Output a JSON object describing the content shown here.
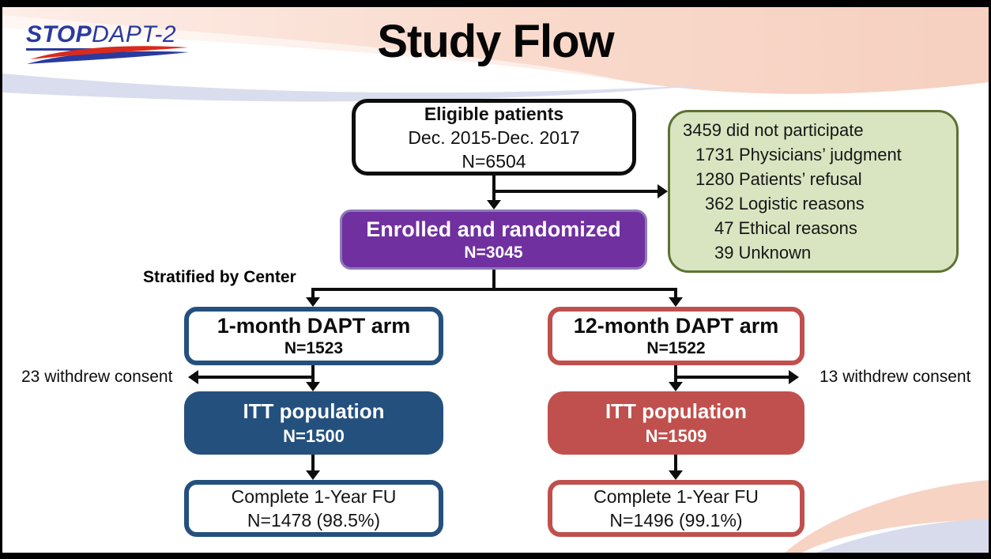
{
  "slide": {
    "logo": {
      "part1": "STOP",
      "part2": "DAPT-2"
    },
    "title": "Study Flow",
    "stratified_note": "Stratified by Center"
  },
  "flow": {
    "eligible": {
      "title": "Eligible patients",
      "period": "Dec. 2015-Dec. 2017",
      "n": "N=6504"
    },
    "not_participate": {
      "total_num": "3459",
      "total_label": "did not participate",
      "reasons": [
        {
          "num": "1731",
          "label": "Physicians’ judgment"
        },
        {
          "num": "1280",
          "label": "Patients’ refusal"
        },
        {
          "num": "362",
          "label": "Logistic reasons"
        },
        {
          "num": "47",
          "label": "Ethical reasons"
        },
        {
          "num": "39",
          "label": "Unknown"
        }
      ]
    },
    "enrolled": {
      "title": "Enrolled and randomized",
      "n": "N=3045"
    },
    "left_arm": {
      "title": "1-month DAPT arm",
      "n": "N=1523",
      "withdrew": "23 withdrew consent",
      "itt_title": "ITT population",
      "itt_n": "N=1500",
      "fu_title": "Complete 1-Year FU",
      "fu_n": "N=1478 (98.5%)"
    },
    "right_arm": {
      "title": "12-month DAPT arm",
      "n": "N=1522",
      "withdrew": "13 withdrew consent",
      "itt_title": "ITT population",
      "itt_n": "N=1509",
      "fu_title": "Complete 1-Year FU",
      "fu_n": "N=1496 (99.1%)"
    }
  },
  "colors": {
    "purple_fill": "#7030a0",
    "blue_arm": "#24507e",
    "red_arm": "#c0504d",
    "green_fill": "#d9e5c1",
    "green_border": "#5d7233",
    "connector_black": "#0d0d0d",
    "logo_blue": "#2a3a9e",
    "logo_red": "#d92a1d"
  }
}
